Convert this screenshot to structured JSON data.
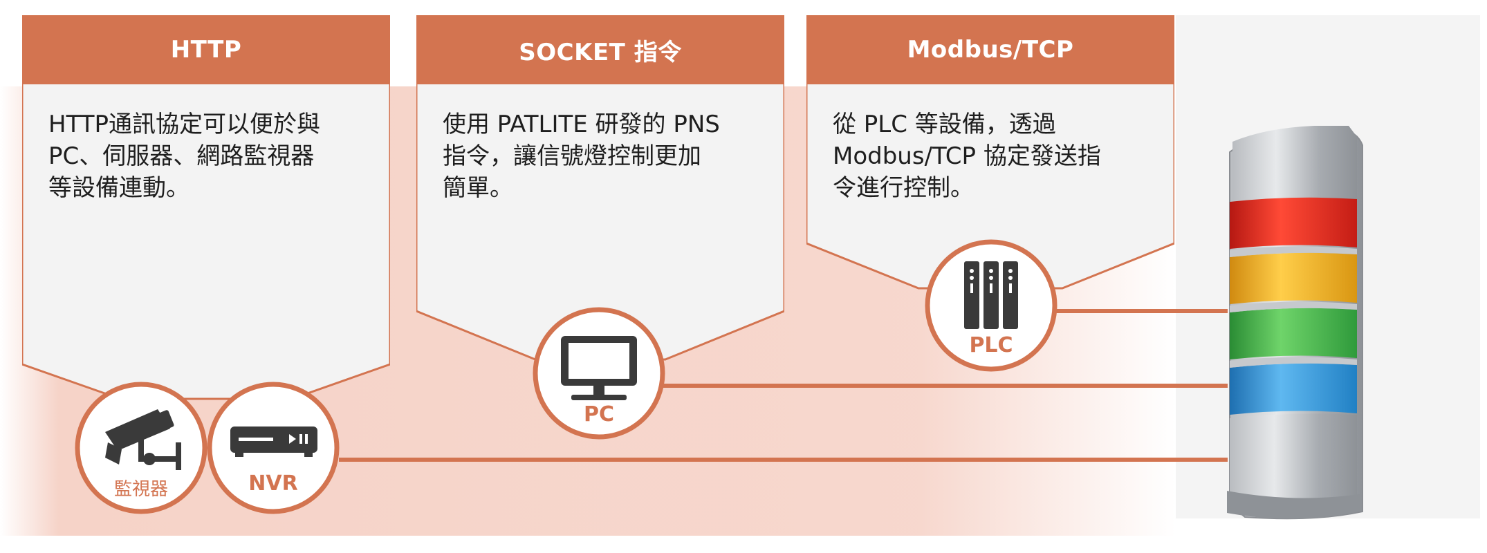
{
  "colors": {
    "accent": "#d37450",
    "card_fill": "#f3f3f3",
    "tint_fill": "#f6d3c8",
    "text": "#1e1e1e",
    "icon_fill": "#3a3a3a",
    "tower_red": "#e0241c",
    "tower_amber": "#f0a818",
    "tower_green": "#3fae49",
    "tower_blue": "#2d8fd6"
  },
  "cards": [
    {
      "title": "HTTP",
      "body": "HTTP通訊協定可以便於與\nPC、伺服器、網路監視器\n等設備連動。"
    },
    {
      "title": "SOCKET 指令",
      "body": "使用 PATLITE 研發的 PNS\n指令，讓信號燈控制更加\n簡單。"
    },
    {
      "title": "Modbus/TCP",
      "body": "從 PLC 等設備，透過\nModbus/TCP 協定發送指\n令進行控制。"
    }
  ],
  "devices": [
    {
      "label": "監視器",
      "icon": "security-camera-icon"
    },
    {
      "label": "NVR",
      "icon": "nvr-recorder-icon"
    },
    {
      "label": "PC",
      "icon": "monitor-icon"
    },
    {
      "label": "PLC",
      "icon": "plc-rack-icon"
    }
  ],
  "tower": {
    "icon": "signal-tower-icon",
    "tiers": [
      "red",
      "amber",
      "green",
      "blue"
    ]
  }
}
